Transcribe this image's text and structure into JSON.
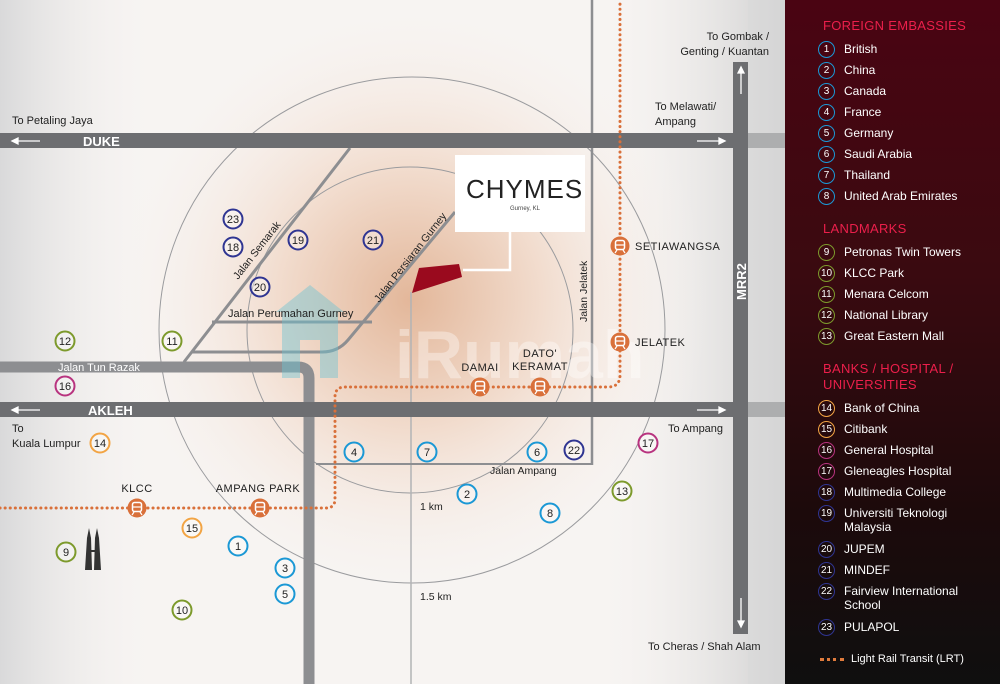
{
  "map": {
    "watermark": "iRumah",
    "project": {
      "brand": "CHYMES",
      "subtitle": "Gurney, KL"
    },
    "roads": {
      "duke": "DUKE",
      "akleh": "AKLEH",
      "mrr2": "MRR2",
      "tun_razak": "Jalan Tun Razak",
      "semarak": "Jalan Semarak",
      "persiaran_gurney": "Jalan Persiaran Gurney",
      "perumahan_gurney": "Jalan Perumahan Gurney",
      "jelatek": "Jalan Jelatek",
      "ampang": "Jalan Ampang"
    },
    "directions": {
      "petaling_jaya": "To Petaling Jaya",
      "kl_1": "To",
      "kl_2": "Kuala Lumpur",
      "gombak_1": "To Gombak /",
      "gombak_2": "Genting / Kuantan",
      "melawati_1": "To Melawati/",
      "melawati_2": "Ampang",
      "ampang": "To Ampang",
      "cheras": "To Cheras / Shah Alam"
    },
    "radius_labels": {
      "inner": "1 km",
      "outer": "1.5 km"
    },
    "stations": [
      {
        "name": "KLCC"
      },
      {
        "name": "AMPANG PARK"
      },
      {
        "name": "DAMAI"
      },
      {
        "name_1": "DATO'",
        "name_2": "KERAMAT"
      },
      {
        "name": "SETIAWANGSA"
      },
      {
        "name": "JELATEK"
      }
    ],
    "colors": {
      "lrt": "#d9703a",
      "site": "#9a0a1e",
      "road": "#6d6e71",
      "road_light": "#8d8e91"
    }
  },
  "legend": {
    "sections": [
      {
        "title": "FOREIGN EMBASSIES",
        "color": "#1b98d5",
        "items": [
          {
            "n": "1",
            "label": "British"
          },
          {
            "n": "2",
            "label": "China"
          },
          {
            "n": "3",
            "label": "Canada"
          },
          {
            "n": "4",
            "label": "France"
          },
          {
            "n": "5",
            "label": "Germany"
          },
          {
            "n": "6",
            "label": "Saudi Arabia"
          },
          {
            "n": "7",
            "label": "Thailand"
          },
          {
            "n": "8",
            "label": "United Arab Emirates"
          }
        ]
      },
      {
        "title": "LANDMARKS",
        "color": "#7d9a2c",
        "items": [
          {
            "n": "9",
            "label": "Petronas Twin Towers"
          },
          {
            "n": "10",
            "label": "KLCC Park"
          },
          {
            "n": "11",
            "label": "Menara Celcom"
          },
          {
            "n": "12",
            "label": "National Library"
          },
          {
            "n": "13",
            "label": "Great Eastern Mall"
          }
        ]
      },
      {
        "title_1": "BANKS / HOSPITAL /",
        "title_2": "UNIVERSITIES",
        "items": [
          {
            "n": "14",
            "label": "Bank of China",
            "color": "#f2a444"
          },
          {
            "n": "15",
            "label": "Citibank",
            "color": "#f2a444"
          },
          {
            "n": "16",
            "label": "General Hospital",
            "color": "#b8337f"
          },
          {
            "n": "17",
            "label": "Gleneagles Hospital",
            "color": "#b8337f"
          },
          {
            "n": "18",
            "label": "Multimedia College",
            "color": "#2f3592"
          },
          {
            "n": "19",
            "label": "Universiti Teknologi Malaysia",
            "color": "#2f3592"
          },
          {
            "n": "20",
            "label": "JUPEM",
            "color": "#2f3592"
          },
          {
            "n": "21",
            "label": "MINDEF",
            "color": "#2f3592"
          },
          {
            "n": "22",
            "label": "Fairview International School",
            "color": "#2f3592"
          },
          {
            "n": "23",
            "label": "PULAPOL",
            "color": "#2f3592"
          }
        ]
      }
    ],
    "lrt_label": "Light Rail Transit (LRT)"
  }
}
